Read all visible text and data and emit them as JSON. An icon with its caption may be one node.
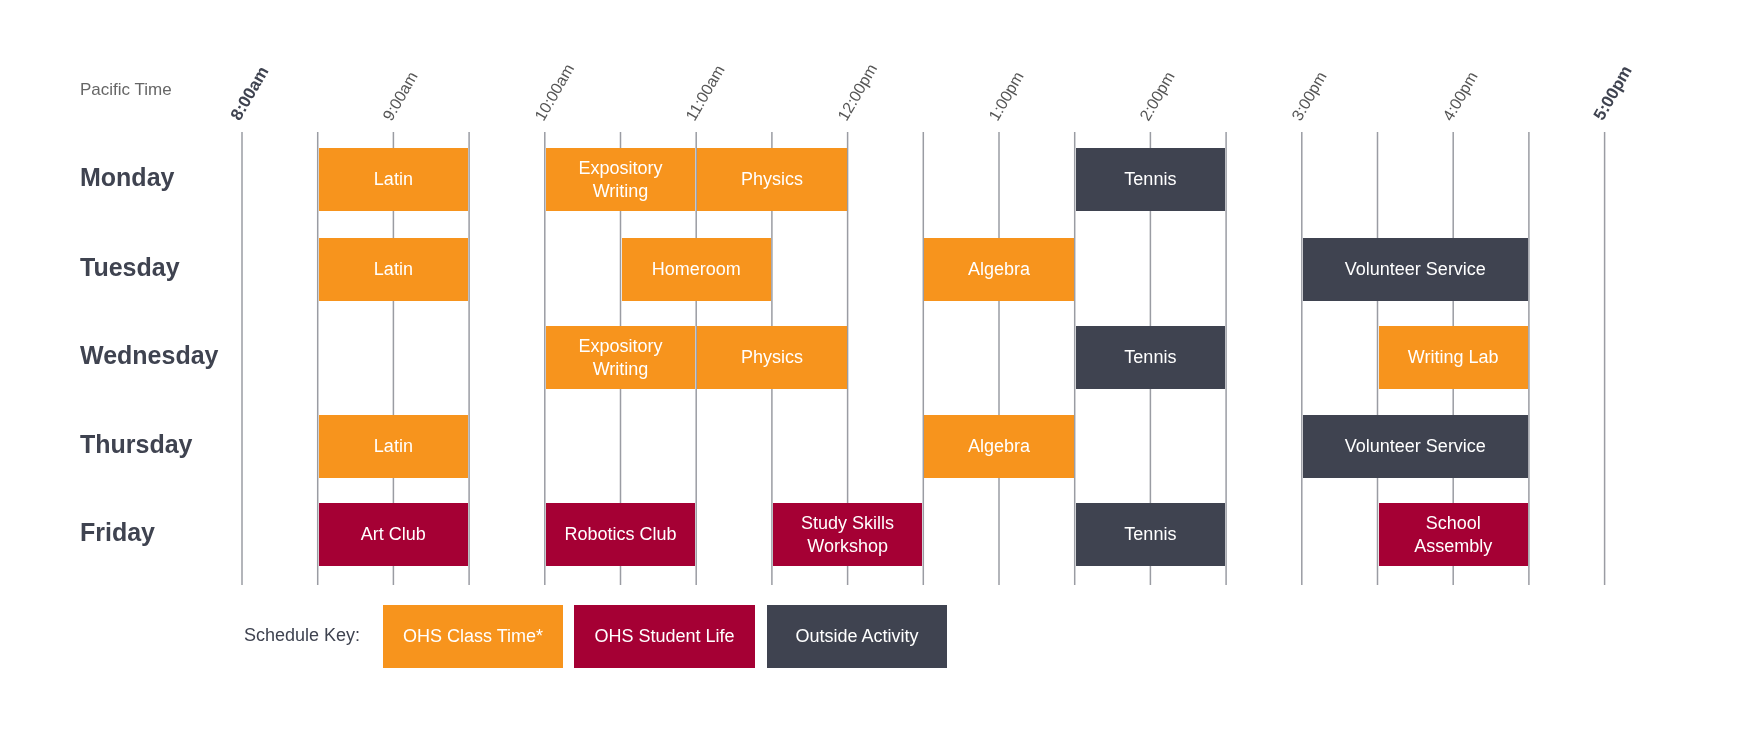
{
  "diagram": {
    "nodes": [
      {
        "text": [
          "Latin"
        ]
      },
      {
        "text": [
          "Expository Writing"
        ]
      },
      {
        "text": [
          "Physics"
        ]
      },
      {
        "text": [
          "Tennis"
        ]
      },
      {
        "text": [
          "Latin"
        ]
      },
      {
        "text": [
          "Homeroom"
        ]
      },
      {
        "text": [
          "Algebra"
        ]
      },
      {
        "text": [
          "Volunteer Service"
        ]
      },
      {
        "text": [
          "Expository Writing"
        ]
      },
      {
        "text": [
          "Physics"
        ]
      },
      {
        "text": [
          "Tennis"
        ]
      },
      {
        "text": [
          "Writing Lab"
        ]
      },
      {
        "text": [
          "Latin"
        ]
      },
      {
        "text": [
          "Algebra"
        ]
      },
      {
        "text": [
          "Volunteer Service"
        ]
      },
      {
        "text": [
          "Art Club"
        ]
      },
      {
        "text": [
          "Robotics Club"
        ]
      },
      {
        "text": [
          "Study Skills Workshop"
        ]
      },
      {
        "text": [
          "Tennis"
        ]
      },
      {
        "text": [
          "School Assembly"
        ]
      }
    ],
    "edges": [],
    "labels": [
      "Pacific Time",
      "8:00am",
      "9:00am",
      "10:00am",
      "11:00am",
      "12:00pm",
      "1:00pm",
      "2:00pm",
      "3:00pm",
      "4:00pm",
      "5:00pm",
      "Monday",
      "Tuesday",
      "Wednesday",
      "Thursday",
      "Friday",
      "Schedule Key:"
    ],
    "legend": [
      {
        "text": "OHS Class Time*",
        "color": "#f7941d"
      },
      {
        "text": "OHS Student Life",
        "color": "#a50034"
      },
      {
        "text": "Outside Activity",
        "color": "#3f4350"
      }
    ]
  }
}
